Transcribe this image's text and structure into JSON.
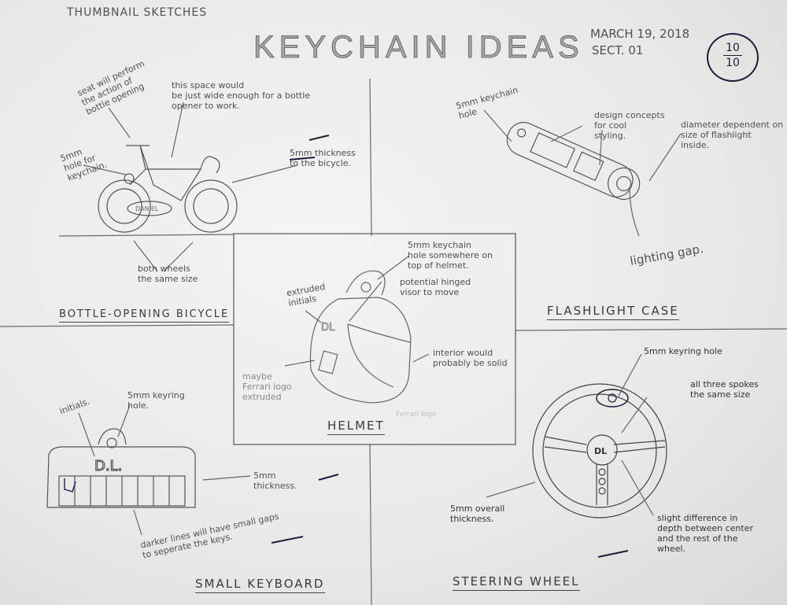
{
  "header": {
    "subtitle": "THUMBNAIL SKETCHES",
    "title": "KEYCHAIN IDEAS",
    "date": "MARCH 19, 2018",
    "section": "SECT. 01",
    "grade_numerator": "10",
    "grade_denominator": "10"
  },
  "bicycle": {
    "label": "BOTTLE-OPENING BICYCLE",
    "name_on_frame": "DANIEL",
    "notes": [
      "seat will perform\nthe action of\nbottle opening",
      "this space would\nbe just wide enough for a bottle\nopener to work.",
      "5mm\nhole for\nkeychain.",
      "5mm thickness\nto the bicycle.",
      "both wheels\nthe same size"
    ]
  },
  "flashlight": {
    "label": "FLASHLIGHT CASE",
    "notes": [
      "5mm keychain\nhole",
      "design concepts\nfor cool\nstyling.",
      "diameter dependent on\nsize of flashlight\ninside.",
      "lighting gap."
    ]
  },
  "helmet": {
    "label": "HELMET",
    "initials": "DL",
    "notes": [
      "5mm keychain\nhole somewhere on\ntop of helmet.",
      "extruded\ninitials",
      "potential hinged\nvisor to move",
      "interior would\nprobably be solid",
      "maybe\nFerrari logo\nextruded",
      "Ferrari logo"
    ]
  },
  "keyboard": {
    "label": "SMALL KEYBOARD",
    "initials": "D.L.",
    "notes": [
      "initials.",
      "5mm keyring\nhole.",
      "5mm\nthickness.",
      "darker lines will have small gaps\nto seperate the keys."
    ]
  },
  "steering_wheel": {
    "label": "STEERING WHEEL",
    "initials": "DL",
    "notes": [
      "5mm keyring hole",
      "all three spokes\nthe same size",
      "5mm overall\nthickness.",
      "slight difference in\ndepth between center\nand the rest of the\nwheel."
    ]
  },
  "colors": {
    "paper": "#eeefed",
    "pencil": "#555555",
    "pen": "#1c1c3a"
  }
}
